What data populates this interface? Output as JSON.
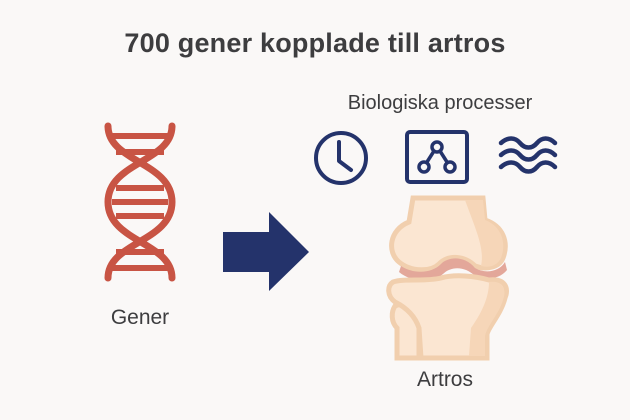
{
  "title": "700 gener kopplade till artros",
  "left": {
    "label": "Gener",
    "icon": "dna-icon"
  },
  "arrow": {
    "icon": "arrow-right-icon"
  },
  "right": {
    "header": "Biologiska processer",
    "process_icons": [
      "clock-icon",
      "network-icon",
      "waves-icon"
    ],
    "joint_icon": "knee-joint-icon",
    "label": "Artros"
  },
  "colors": {
    "background": "#faf8f7",
    "text": "#3d3d3f",
    "dna": "#c85444",
    "navy": "#24336b",
    "bone_fill": "#fbe6d2",
    "bone_outline": "#f1cfae",
    "bone_shade": "#f6d6b8",
    "cartilage": "#e3a79a"
  }
}
